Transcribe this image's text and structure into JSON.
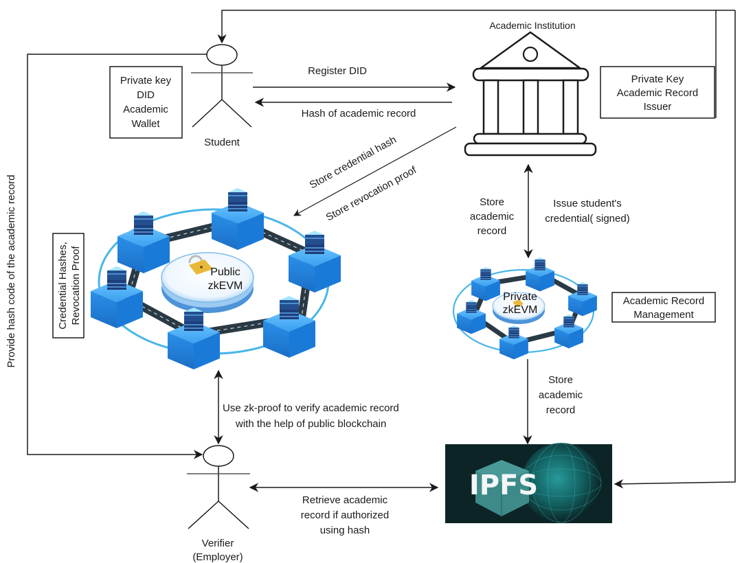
{
  "actors": {
    "student": {
      "label": "Student"
    },
    "verifier": {
      "label_line1": "Verifier",
      "label_line2": "(Employer)"
    },
    "institution": {
      "label": "Academic Institution"
    }
  },
  "boxes": {
    "student_wallet": [
      "Private key",
      "DID",
      "Academic",
      "Wallet"
    ],
    "issuer": [
      "Private Key",
      "Academic Record",
      "Issuer"
    ],
    "record_mgmt": [
      "Academic Record",
      "Management"
    ],
    "credential_hashes": [
      "Credential Hashes,",
      "Revocation Proof"
    ]
  },
  "networks": {
    "public": {
      "line1": "Public",
      "line2": "zkEVM"
    },
    "private": {
      "line1": "Private",
      "line2": "zkEVM"
    }
  },
  "storage": {
    "ipfs_label": "IPFS"
  },
  "edges": {
    "register_did": "Register DID",
    "hash_of_record": "Hash of academic record",
    "store_credential_hash": "Store credential hash",
    "store_revocation_proof": "Store revocation proof",
    "store_academic_record_1": [
      "Store",
      "academic",
      "record"
    ],
    "issue_credential": [
      "Issue student's",
      "credential( signed)"
    ],
    "store_academic_record_2": [
      "Store",
      "academic",
      "record"
    ],
    "provide_hash": "Provide hash code of the academic record",
    "zk_verify": [
      "Use zk-proof to verify academic record",
      "with the help of public blockchain"
    ],
    "retrieve_record": [
      "Retrieve academic",
      "record if authorized",
      "using hash"
    ]
  },
  "colors": {
    "line": "#1a1a1a",
    "node_blue": "#2a8fe8",
    "node_blue_dark": "#1b6fc7",
    "ring": "#48b6e8",
    "ipfs_bg": "#0c2426",
    "ipfs_cube": "#3e8a8a"
  }
}
